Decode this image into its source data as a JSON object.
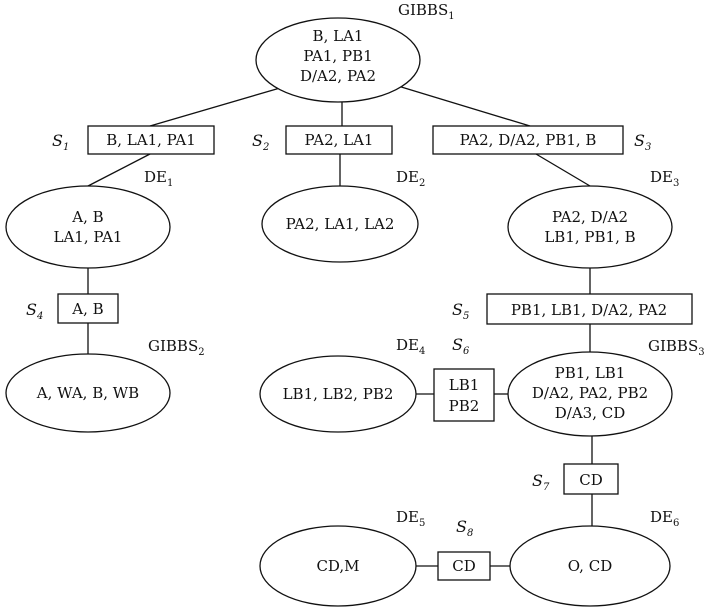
{
  "nodes": {
    "gibbs1": {
      "name": "GIBBS",
      "sub": "1",
      "lines": [
        "B, LA1",
        "PA1, PB1",
        "D/A2, PA2"
      ]
    },
    "de1": {
      "name": "DE",
      "sub": "1",
      "lines": [
        "A, B",
        "LA1, PA1"
      ]
    },
    "de2": {
      "name": "DE",
      "sub": "2",
      "lines": [
        "PA2, LA1, LA2"
      ]
    },
    "de3": {
      "name": "DE",
      "sub": "3",
      "lines": [
        "PA2, D/A2",
        "LB1, PB1, B"
      ]
    },
    "gibbs2": {
      "name": "GIBBS",
      "sub": "2",
      "lines": [
        "A, WA, B, WB"
      ]
    },
    "de4": {
      "name": "DE",
      "sub": "4",
      "lines": [
        "LB1, LB2, PB2"
      ]
    },
    "gibbs3": {
      "name": "GIBBS",
      "sub": "3",
      "lines": [
        "PB1, LB1",
        "D/A2, PA2, PB2",
        "D/A3, CD"
      ]
    },
    "de5": {
      "name": "DE",
      "sub": "5",
      "lines": [
        "CD,M"
      ]
    },
    "de6": {
      "name": "DE",
      "sub": "6",
      "lines": [
        "O, CD"
      ]
    }
  },
  "separators": {
    "s1": {
      "name": "S",
      "sub": "1",
      "lines": [
        "B, LA1, PA1"
      ]
    },
    "s2": {
      "name": "S",
      "sub": "2",
      "lines": [
        "PA2, LA1"
      ]
    },
    "s3": {
      "name": "S",
      "sub": "3",
      "lines": [
        "PA2, D/A2, PB1, B"
      ]
    },
    "s4": {
      "name": "S",
      "sub": "4",
      "lines": [
        "A, B"
      ]
    },
    "s5": {
      "name": "S",
      "sub": "5",
      "lines": [
        "PB1, LB1, D/A2, PA2"
      ]
    },
    "s6": {
      "name": "S",
      "sub": "6",
      "lines": [
        "LB1",
        "PB2"
      ]
    },
    "s7": {
      "name": "S",
      "sub": "7",
      "lines": [
        "CD"
      ]
    },
    "s8": {
      "name": "S",
      "sub": "8",
      "lines": [
        "CD"
      ]
    }
  }
}
